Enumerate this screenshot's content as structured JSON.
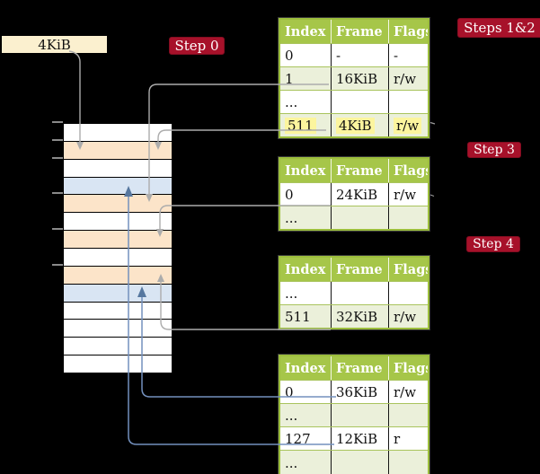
{
  "legend": {
    "label": "4KiB"
  },
  "badges": {
    "step0": {
      "label": "Step 0"
    },
    "steps12": {
      "label": "Steps 1&2"
    },
    "step3": {
      "label": "Step 3"
    },
    "step4": {
      "label": "Step 4"
    }
  },
  "tables": [
    {
      "header": [
        "Index",
        "Frame",
        "Flags"
      ],
      "rows": [
        {
          "cells": [
            "0",
            "-",
            "-"
          ],
          "shade": "white",
          "highlight": false
        },
        {
          "cells": [
            "1",
            "16KiB",
            "r/w"
          ],
          "shade": "green",
          "highlight": false
        },
        {
          "cells": [
            "...",
            "",
            ""
          ],
          "shade": "white",
          "highlight": false
        },
        {
          "cells": [
            "511",
            "4KiB",
            "r/w"
          ],
          "shade": "green",
          "highlight": true
        }
      ]
    },
    {
      "header": [
        "Index",
        "Frame",
        "Flags"
      ],
      "rows": [
        {
          "cells": [
            "0",
            "24KiB",
            "r/w"
          ],
          "shade": "white",
          "highlight": false
        },
        {
          "cells": [
            "...",
            "",
            ""
          ],
          "shade": "green",
          "highlight": false
        }
      ]
    },
    {
      "header": [
        "Index",
        "Frame",
        "Flags"
      ],
      "rows": [
        {
          "cells": [
            "...",
            "",
            ""
          ],
          "shade": "white",
          "highlight": false
        },
        {
          "cells": [
            "511",
            "32KiB",
            "r/w"
          ],
          "shade": "green",
          "highlight": false
        }
      ]
    },
    {
      "header": [
        "Index",
        "Frame",
        "Flags"
      ],
      "rows": [
        {
          "cells": [
            "0",
            "36KiB",
            "r/w"
          ],
          "shade": "white",
          "highlight": false
        },
        {
          "cells": [
            "...",
            "",
            ""
          ],
          "shade": "green",
          "highlight": false
        },
        {
          "cells": [
            "127",
            "12KiB",
            "r"
          ],
          "shade": "white",
          "highlight": false
        },
        {
          "cells": [
            "...",
            "",
            ""
          ],
          "shade": "green",
          "highlight": false
        }
      ]
    }
  ],
  "memory": {
    "rows": [
      "white",
      "orange",
      "white",
      "blue",
      "orange",
      "white",
      "orange",
      "white",
      "orange",
      "blue",
      "white",
      "white",
      "white",
      "white"
    ]
  },
  "arrows": [
    {
      "from": "legend-4KiB-box",
      "to": "memory-frame-2",
      "color": "gray"
    },
    {
      "from": "table1-entry-1-16KiB",
      "to": "memory-frame-5",
      "color": "gray"
    },
    {
      "from": "table1-entry-511-4KiB",
      "to": "memory-frame-2",
      "color": "gray"
    },
    {
      "from": "table2-entry-0-24KiB",
      "to": "memory-frame-7",
      "color": "gray"
    },
    {
      "from": "table3-entry-511-32KiB",
      "to": "memory-frame-9",
      "color": "gray"
    },
    {
      "from": "table4-entry-0-36KiB",
      "to": "memory-frame-10",
      "color": "blue"
    },
    {
      "from": "table4-entry-127-12KiB",
      "to": "memory-frame-4",
      "color": "blue"
    }
  ],
  "colors": {
    "background": "#000000",
    "table_header_green": "#A6C649",
    "table_row_green": "#EBF0DA",
    "table_border_green": "#9CBE3C",
    "memory_orange": "#FCE4C9",
    "memory_blue": "#D9E5F3",
    "highlight_yellow": "#FCF59E",
    "badge_red": "#A7112A",
    "legend_cream": "#FBF0CF",
    "arrow_gray": "#ACACAC",
    "arrow_blue": "#7390BD"
  }
}
